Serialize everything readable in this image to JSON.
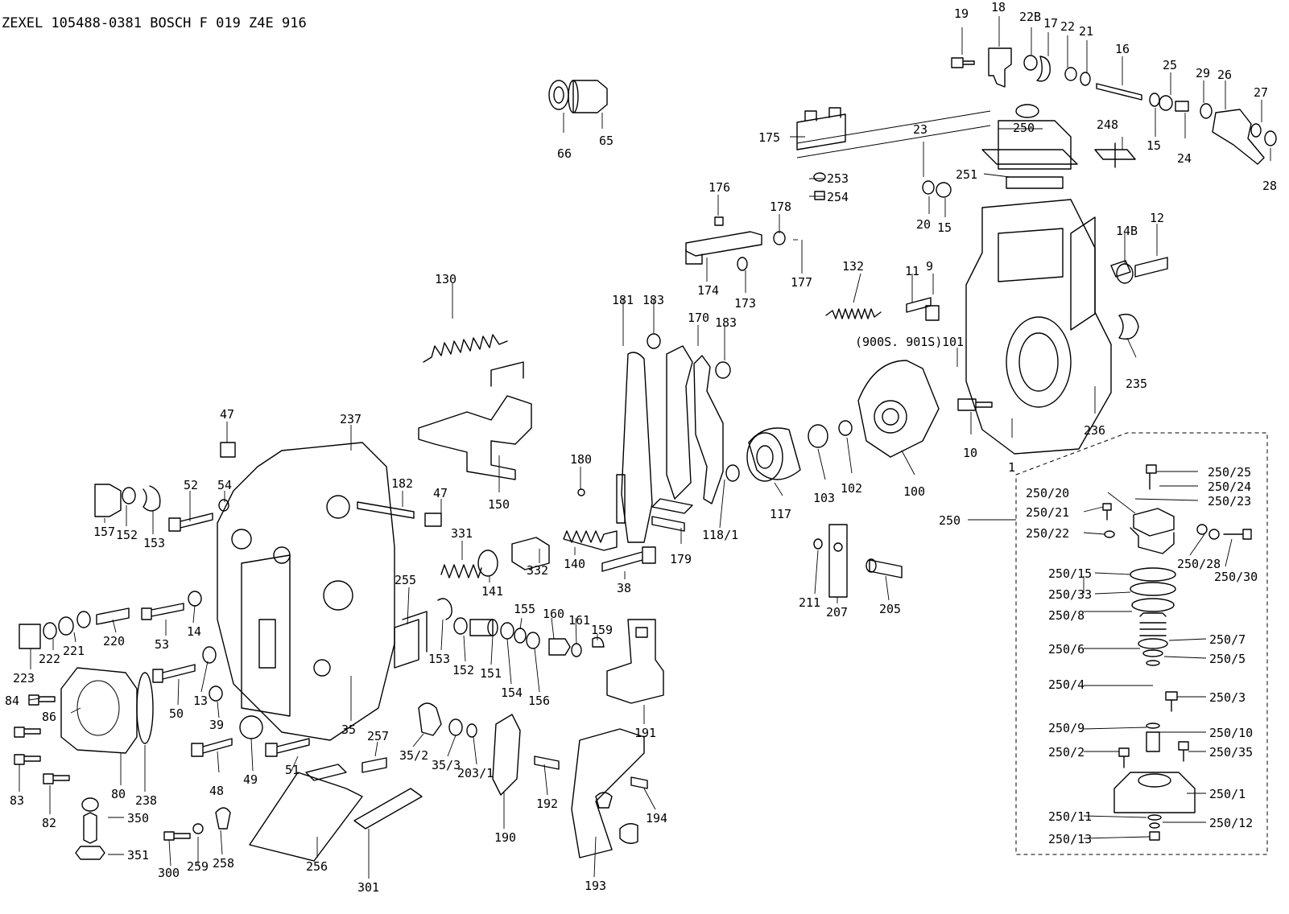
{
  "header": {
    "title": "ZEXEL 105488-0381  BOSCH F 019 Z4E 916"
  },
  "labels": [
    {
      "id": "19",
      "text": "19"
    },
    {
      "id": "18",
      "text": "18"
    },
    {
      "id": "22b",
      "text": "22B"
    },
    {
      "id": "17",
      "text": "17"
    },
    {
      "id": "22",
      "text": "22"
    },
    {
      "id": "21",
      "text": "21"
    },
    {
      "id": "16",
      "text": "16"
    },
    {
      "id": "25",
      "text": "25"
    },
    {
      "id": "29",
      "text": "29"
    },
    {
      "id": "26",
      "text": "26"
    },
    {
      "id": "27",
      "text": "27"
    },
    {
      "id": "28",
      "text": "28"
    },
    {
      "id": "24",
      "text": "24"
    },
    {
      "id": "15a",
      "text": "15"
    },
    {
      "id": "248",
      "text": "248"
    },
    {
      "id": "250a",
      "text": "250"
    },
    {
      "id": "23",
      "text": "23"
    },
    {
      "id": "251",
      "text": "251"
    },
    {
      "id": "20",
      "text": "20"
    },
    {
      "id": "15b",
      "text": "15"
    },
    {
      "id": "175",
      "text": "175"
    },
    {
      "id": "253",
      "text": "253"
    },
    {
      "id": "254",
      "text": "254"
    },
    {
      "id": "66",
      "text": "66"
    },
    {
      "id": "65",
      "text": "65"
    },
    {
      "id": "176",
      "text": "176"
    },
    {
      "id": "178",
      "text": "178"
    },
    {
      "id": "177",
      "text": "177"
    },
    {
      "id": "174",
      "text": "174"
    },
    {
      "id": "173",
      "text": "173"
    },
    {
      "id": "132",
      "text": "132"
    },
    {
      "id": "11",
      "text": "11"
    },
    {
      "id": "9",
      "text": "9"
    },
    {
      "id": "14b",
      "text": "14B"
    },
    {
      "id": "12",
      "text": "12"
    },
    {
      "id": "130",
      "text": "130"
    },
    {
      "id": "181",
      "text": "181"
    },
    {
      "id": "183a",
      "text": "183"
    },
    {
      "id": "170",
      "text": "170"
    },
    {
      "id": "183b",
      "text": "183"
    },
    {
      "id": "900s",
      "text": "(900S. 901S)"
    },
    {
      "id": "101",
      "text": "101"
    },
    {
      "id": "235",
      "text": "235"
    },
    {
      "id": "236",
      "text": "236"
    },
    {
      "id": "10",
      "text": "10"
    },
    {
      "id": "1",
      "text": "1"
    },
    {
      "id": "47a",
      "text": "47"
    },
    {
      "id": "237",
      "text": "237"
    },
    {
      "id": "150",
      "text": "150"
    },
    {
      "id": "180",
      "text": "180"
    },
    {
      "id": "117",
      "text": "117"
    },
    {
      "id": "103",
      "text": "103"
    },
    {
      "id": "102",
      "text": "102"
    },
    {
      "id": "100",
      "text": "100"
    },
    {
      "id": "52",
      "text": "52"
    },
    {
      "id": "54",
      "text": "54"
    },
    {
      "id": "182",
      "text": "182"
    },
    {
      "id": "47b",
      "text": "47"
    },
    {
      "id": "157",
      "text": "157"
    },
    {
      "id": "152a",
      "text": "152"
    },
    {
      "id": "153a",
      "text": "153"
    },
    {
      "id": "331",
      "text": "331"
    },
    {
      "id": "118_1",
      "text": "118/1"
    },
    {
      "id": "179",
      "text": "179"
    },
    {
      "id": "140",
      "text": "140"
    },
    {
      "id": "332",
      "text": "332"
    },
    {
      "id": "141",
      "text": "141"
    },
    {
      "id": "38",
      "text": "38"
    },
    {
      "id": "211",
      "text": "211"
    },
    {
      "id": "207",
      "text": "207"
    },
    {
      "id": "205",
      "text": "205"
    },
    {
      "id": "250b",
      "text": "250"
    },
    {
      "id": "250_25",
      "text": "250/25"
    },
    {
      "id": "250_24",
      "text": "250/24"
    },
    {
      "id": "250_20",
      "text": "250/20"
    },
    {
      "id": "250_23",
      "text": "250/23"
    },
    {
      "id": "250_21",
      "text": "250/21"
    },
    {
      "id": "250_22",
      "text": "250/22"
    },
    {
      "id": "250_28",
      "text": "250/28"
    },
    {
      "id": "250_30",
      "text": "250/30"
    },
    {
      "id": "250_15",
      "text": "250/15"
    },
    {
      "id": "250_33",
      "text": "250/33"
    },
    {
      "id": "250_8",
      "text": "250/8"
    },
    {
      "id": "250_7",
      "text": "250/7"
    },
    {
      "id": "250_6",
      "text": "250/6"
    },
    {
      "id": "250_5",
      "text": "250/5"
    },
    {
      "id": "250_4",
      "text": "250/4"
    },
    {
      "id": "250_3",
      "text": "250/3"
    },
    {
      "id": "250_9",
      "text": "250/9"
    },
    {
      "id": "250_10",
      "text": "250/10"
    },
    {
      "id": "250_2",
      "text": "250/2"
    },
    {
      "id": "250_35",
      "text": "250/35"
    },
    {
      "id": "250_1",
      "text": "250/1"
    },
    {
      "id": "250_11",
      "text": "250/11"
    },
    {
      "id": "250_12",
      "text": "250/12"
    },
    {
      "id": "250_13",
      "text": "250/13"
    },
    {
      "id": "223",
      "text": "223"
    },
    {
      "id": "222",
      "text": "222"
    },
    {
      "id": "221",
      "text": "221"
    },
    {
      "id": "220",
      "text": "220"
    },
    {
      "id": "53",
      "text": "53"
    },
    {
      "id": "14",
      "text": "14"
    },
    {
      "id": "255",
      "text": "255"
    },
    {
      "id": "153b",
      "text": "153"
    },
    {
      "id": "152b",
      "text": "152"
    },
    {
      "id": "151",
      "text": "151"
    },
    {
      "id": "155",
      "text": "155"
    },
    {
      "id": "160",
      "text": "160"
    },
    {
      "id": "161",
      "text": "161"
    },
    {
      "id": "159",
      "text": "159"
    },
    {
      "id": "154",
      "text": "154"
    },
    {
      "id": "156",
      "text": "156"
    },
    {
      "id": "84",
      "text": "84"
    },
    {
      "id": "86",
      "text": "86"
    },
    {
      "id": "50",
      "text": "50"
    },
    {
      "id": "13",
      "text": "13"
    },
    {
      "id": "39",
      "text": "39"
    },
    {
      "id": "35",
      "text": "35"
    },
    {
      "id": "191",
      "text": "191"
    },
    {
      "id": "257",
      "text": "257"
    },
    {
      "id": "35_2",
      "text": "35/2"
    },
    {
      "id": "35_3",
      "text": "35/3"
    },
    {
      "id": "203_1",
      "text": "203/1"
    },
    {
      "id": "83",
      "text": "83"
    },
    {
      "id": "80",
      "text": "80"
    },
    {
      "id": "238",
      "text": "238"
    },
    {
      "id": "48",
      "text": "48"
    },
    {
      "id": "49",
      "text": "49"
    },
    {
      "id": "51",
      "text": "51"
    },
    {
      "id": "192",
      "text": "192"
    },
    {
      "id": "194",
      "text": "194"
    },
    {
      "id": "82",
      "text": "82"
    },
    {
      "id": "350",
      "text": "350"
    },
    {
      "id": "190",
      "text": "190"
    },
    {
      "id": "351",
      "text": "351"
    },
    {
      "id": "300",
      "text": "300"
    },
    {
      "id": "259",
      "text": "259"
    },
    {
      "id": "258",
      "text": "258"
    },
    {
      "id": "256",
      "text": "256"
    },
    {
      "id": "301",
      "text": "301"
    },
    {
      "id": "193",
      "text": "193"
    }
  ]
}
